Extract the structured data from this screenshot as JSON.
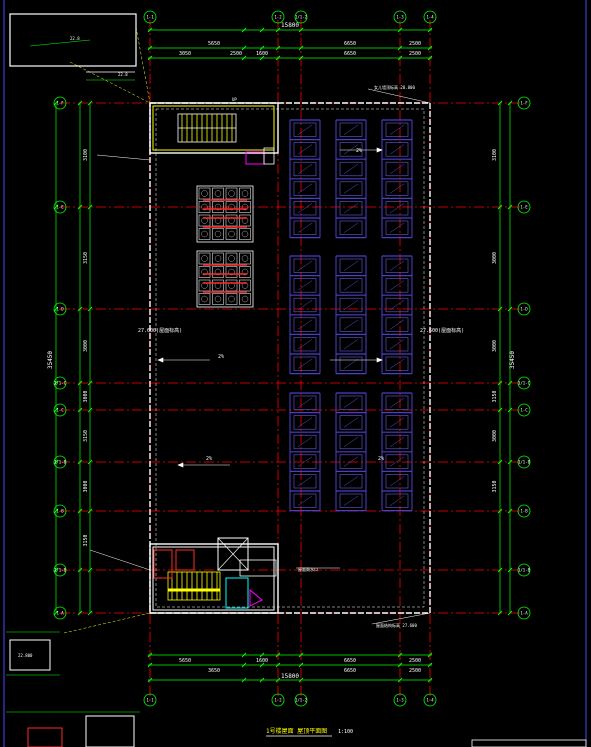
{
  "drawing": {
    "title": "1号楼屋面 屋顶平面图",
    "scale": "1:100"
  },
  "grid_axes": {
    "top_bubbles": [
      "1-1",
      "1-2",
      "1/1-2",
      "1-3",
      "1-4"
    ],
    "bottom_bubbles": [
      "1-1",
      "1-2",
      "1/1-2",
      "1-3",
      "1-4"
    ],
    "left_bubbles": [
      "1-F",
      "1-E",
      "1-D",
      "1/1-C",
      "1-C",
      "1/1-B",
      "1-B",
      "1/1-B",
      "1-A"
    ],
    "right_bubbles": [
      "1-F",
      "1-E",
      "1-D",
      "1/1-C",
      "1-C",
      "1/1-B",
      "1-B",
      "1/1-B",
      "1-A"
    ]
  },
  "dimensions": {
    "top_total": "15800",
    "top_row1": [
      "5650",
      "6650",
      "2500"
    ],
    "top_row2": [
      "3050",
      "2500",
      "1600",
      "6650",
      "2500"
    ],
    "bottom_total": "15800",
    "bottom_row1": [
      "5650",
      "1600",
      "6650",
      "2500"
    ],
    "bottom_row2": [
      "3650",
      "6650",
      "2500"
    ],
    "left_overall": "35450",
    "left_segments": [
      "3100",
      "3150",
      "3000",
      "3000",
      "3150",
      "3000",
      "3150"
    ],
    "right_overall": "35450",
    "right_segments": [
      "3100",
      "3000",
      "3000",
      "3150",
      "3000",
      "3150"
    ]
  },
  "labels": {
    "elev_top": "22.8",
    "elev_mid_left": "27.600(屋面标高)",
    "elev_mid_right": "27.600(屋面标高)",
    "elev_bottom_right": "屋面结构标高 27.600",
    "inset_elev": "22.800",
    "slope_note": "2%",
    "outlet": "屋面雨水口",
    "stair_top": "UP",
    "corner_note": "女儿墙顶标高 28.800"
  },
  "legend": {
    "solar_panel_color": "#4b3fc8",
    "equipment_color": "#ff2a2a",
    "grid_color": "#ff0000",
    "dim_color": "#00ff00",
    "wall_color": "#ffffff",
    "bubble_color": "#00ff00",
    "stair_color": "#ffff00",
    "accent_magenta": "#ff00ff",
    "accent_cyan": "#00ffff"
  }
}
